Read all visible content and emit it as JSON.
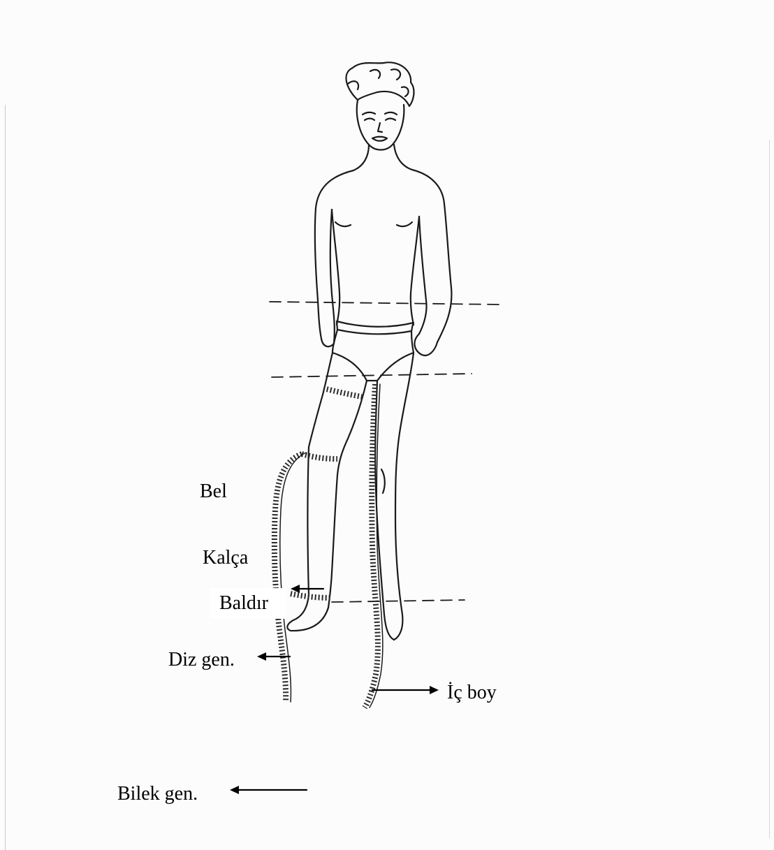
{
  "colors": {
    "ink": "#1a1a1a",
    "tape": "#2a2a2a",
    "paper": "#fcfcfc"
  },
  "labels": {
    "bel": "Bel",
    "kalca": "Kalça",
    "baldir": "Baldır",
    "diz": "Diz gen.",
    "ic_boy": "İç boy",
    "bilek": "Bilek gen."
  }
}
